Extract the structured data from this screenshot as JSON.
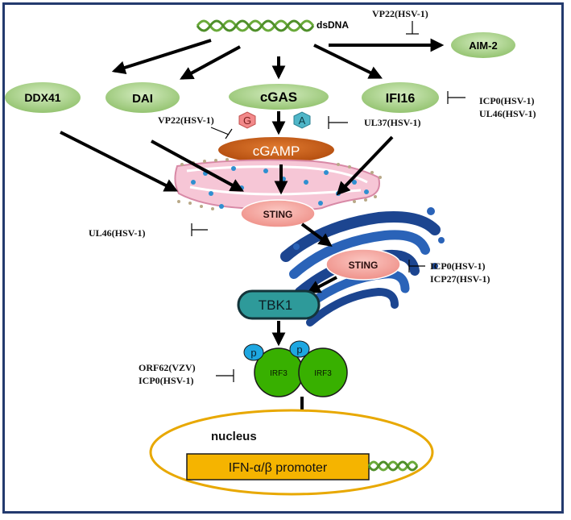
{
  "dsdna_label": "dsDNA",
  "sensors": {
    "ddx41": "DDX41",
    "dai": "DAI",
    "cgas": "cGAS",
    "ifi16": "IFI16",
    "aim2": "AIM-2"
  },
  "cgas_substrates": {
    "g": "G",
    "a": "A"
  },
  "cgamp": "cGAMP",
  "sting_er": "STING",
  "sting_golgi": "STING",
  "tbk1": "TBK1",
  "phospho": "p",
  "irf3": "IRF3",
  "nucleus_label": "nucleus",
  "promoter_label": "IFN-α/β promoter",
  "inhibitors": {
    "vp22_aim2": "VP22(HSV-1)",
    "vp22_cgas": "VP22(HSV-1)",
    "ul37": "UL37(HSV-1)",
    "icp0_ifi16": "ICP0(HSV-1)",
    "ul46_ifi16": "UL46(HSV-1)",
    "ul46_sting": "UL46(HSV-1)",
    "icp0_sting": "ICP0(HSV-1)",
    "icp27_sting": "ICP27(HSV-1)",
    "orf62": "ORF62(VZV)",
    "icp0_irf3": "ICP0(HSV-1)"
  },
  "colors": {
    "sensor_fill": "#a9d08e",
    "cgamp_fill": "#c55a11",
    "sting_fill": "#f4a7a0",
    "tbk1_fill": "#2e9a9a",
    "irf3_fill": "#38b000",
    "phospho_fill": "#1ea7e1",
    "promoter_fill": "#f5b400",
    "nucleus_ring": "#e8a800",
    "golgi": "#1f4f9e",
    "frame": "#233a6e",
    "dna": "#6aaa3a"
  }
}
